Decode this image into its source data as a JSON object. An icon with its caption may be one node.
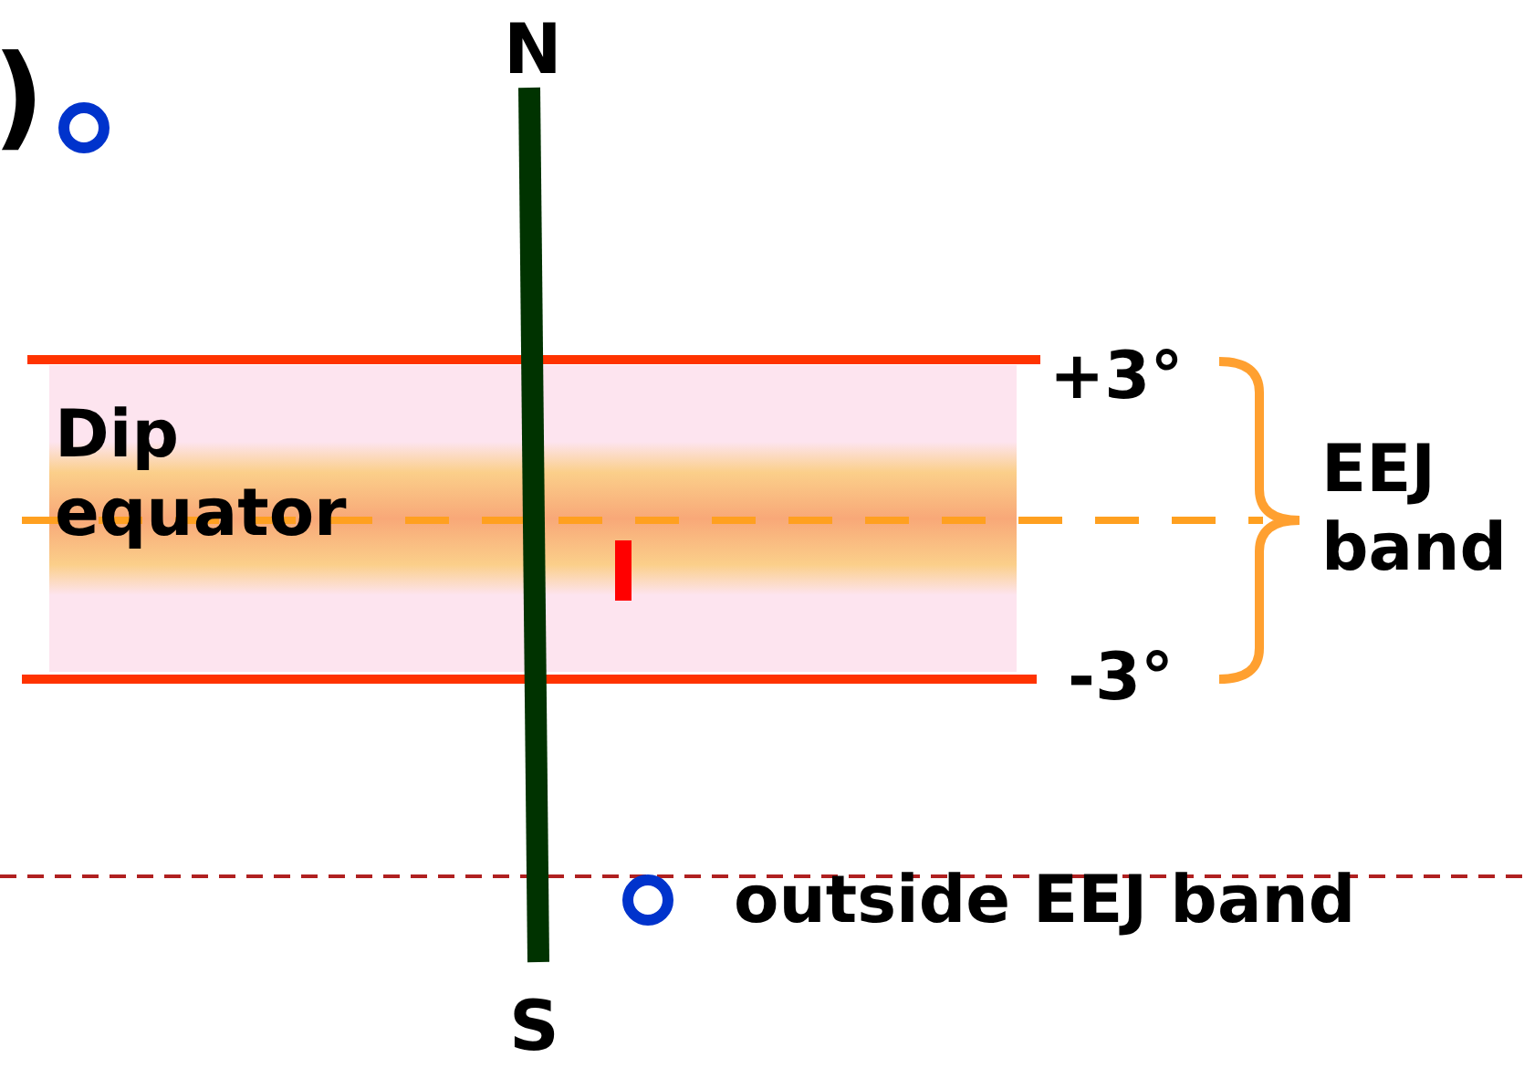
{
  "diagram": {
    "labels": [
      ")",
      "N",
      "+3°",
      "Dip equator",
      "EEJ band",
      "-3°",
      "outside EEJ band",
      "S"
    ]
  }
}
